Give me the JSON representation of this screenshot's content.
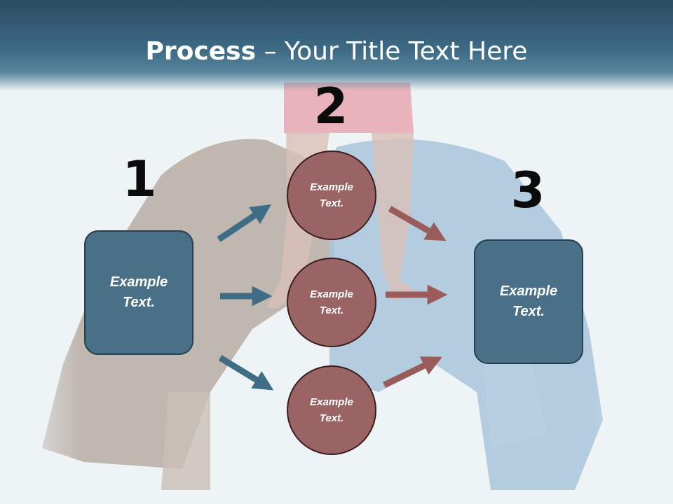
{
  "title": {
    "bold": "Process",
    "rest": " – Your Title Text Here"
  },
  "steps": [
    {
      "number": "1",
      "text": "Example Text."
    },
    {
      "number": "2",
      "items": [
        "Example Text.",
        "Example Text.",
        "Example Text."
      ]
    },
    {
      "number": "3",
      "text": "Example Text."
    }
  ],
  "colors": {
    "title_bar": "#3d6a84",
    "box_fill": "#4a7088",
    "circle_fill": "#9a6464",
    "arrow_blue": "#3f6d86",
    "arrow_red": "#9a5b5b"
  }
}
